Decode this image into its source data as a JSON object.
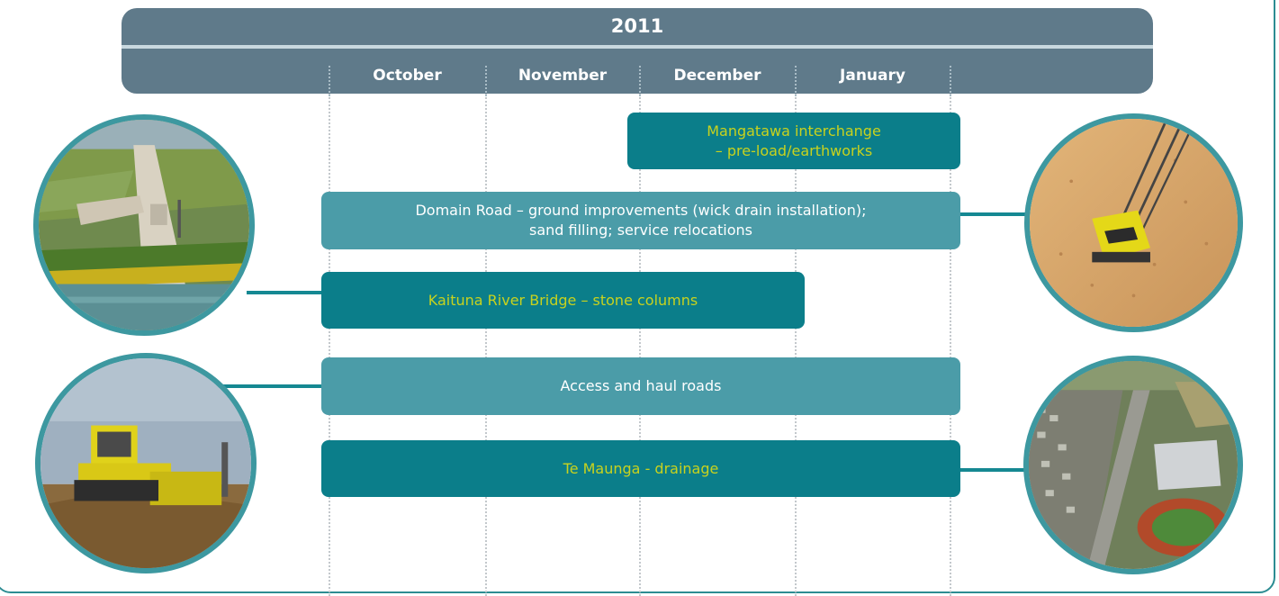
{
  "timeline": {
    "year": "2011",
    "months": [
      "October",
      "November",
      "December",
      "January"
    ]
  },
  "tasks": [
    {
      "id": "mangatawa",
      "line1": "Mangatawa interchange",
      "line2": "– pre-load/earthworks",
      "style": "dark"
    },
    {
      "id": "domain-road",
      "line1": "Domain Road – ground improvements (wick drain installation);",
      "line2": "sand filling; service relocations",
      "style": "light"
    },
    {
      "id": "kaituna",
      "line1": "Kaituna River Bridge – stone columns",
      "line2": "",
      "style": "dark"
    },
    {
      "id": "access",
      "line1": "Access and haul roads",
      "line2": "",
      "style": "light"
    },
    {
      "id": "te-maunga",
      "line1": "Te Maunga - drainage",
      "line2": "",
      "style": "dark"
    }
  ],
  "photos": [
    {
      "id": "aerial-road-construction",
      "subject": "aerial view of road construction across farmland"
    },
    {
      "id": "crane-on-sand",
      "subject": "yellow crawler crane on sand fill"
    },
    {
      "id": "bulldozer",
      "subject": "yellow bulldozer on earthworks"
    },
    {
      "id": "aerial-stadium",
      "subject": "aerial view of town, highway and sports stadium"
    }
  ],
  "colors": {
    "header": "#5f7a8a",
    "bar_dark": "#0b7e8a",
    "bar_light": "#4b9ca8",
    "highlight_text": "#c8d21e",
    "frame": "#2c8c92"
  }
}
